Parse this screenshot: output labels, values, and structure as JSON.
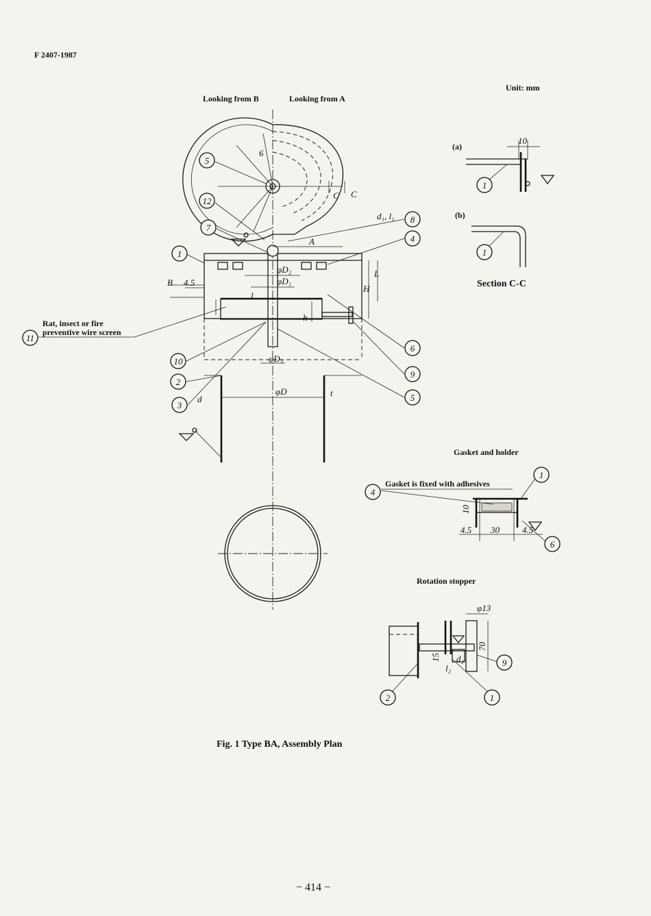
{
  "header": {
    "doc_number": "F 2407-1987"
  },
  "figure": {
    "unit": "Unit: mm",
    "view_b": "Looking from B",
    "view_a": "Looking from A",
    "caption": "Fig. 1   Type BA, Assembly Plan"
  },
  "section": {
    "label_a": "(a)",
    "label_b": "(b)",
    "title": "Section C-C",
    "dim_10": "10"
  },
  "callouts": {
    "c1": "1",
    "c2": "2",
    "c3": "3",
    "c4": "4",
    "c5": "5",
    "c6": "6",
    "c7": "7",
    "c8": "8",
    "c9": "9",
    "c10": "10",
    "c11": "11",
    "c12": "12"
  },
  "screen_label_1": "Rat, insect or fire",
  "screen_label_2": "preventive wire screen",
  "dims": {
    "phi_D2": "φD₂",
    "phi_D1": "φD₁",
    "phi_D3": "φD₃",
    "phi_D": "φD",
    "B": "B",
    "A": "A",
    "H": "H",
    "L": "L",
    "h": "h",
    "l": "l",
    "d": "d",
    "t": "t",
    "d1l1": "d₁, l₁",
    "val_45": "4.5",
    "C": "C",
    "val_6": "6"
  },
  "gasket": {
    "title": "Gasket and holder",
    "note": "Gasket is fixed with adhesives",
    "dim_10": "10",
    "dim_45a": "4.5",
    "dim_30": "30",
    "dim_45b": "4.5"
  },
  "stopper": {
    "title": "Rotation stopper",
    "dim_13": "φ13",
    "dim_70": "70",
    "dim_15": "15",
    "dim_d2": "d₂",
    "dim_l2": "l₂"
  },
  "footer": {
    "page": "− 414 −"
  }
}
